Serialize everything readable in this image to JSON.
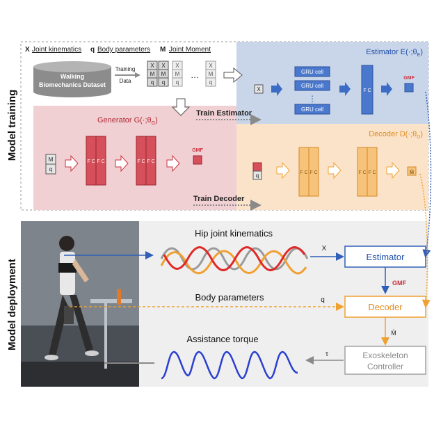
{
  "training": {
    "section_label": "Model training",
    "legend": [
      {
        "symbol": "X",
        "text": "Joint kinematics"
      },
      {
        "symbol": "q",
        "text": "Body  parameters"
      },
      {
        "symbol": "M",
        "text": "Joint Moment"
      }
    ],
    "dataset_line1": "Walking",
    "dataset_line2": "Biomechanics Dataset",
    "training_data_line1": "Training",
    "training_data_line2": "Data",
    "ellipsis": "…",
    "generator_label": "Generator G(·;θ",
    "generator_subscript": "G",
    "estimator_label": "Estimator E(·;θ",
    "estimator_subscript": "E",
    "decoder_label": "Decoder D(·;θ",
    "decoder_subscript": "D",
    "train_estimator": "Train Estimator",
    "train_decoder": "Train Decoder",
    "gru_cell": "GRU cell",
    "fc": "F C",
    "gmf": "GMF",
    "stack_x": "X",
    "stack_m": "M",
    "stack_q": "q",
    "m_hat": "M̂",
    "vdots": "⋮"
  },
  "deployment": {
    "section_label": "Model deployment",
    "hip_kinematics": "Hip joint kinematics",
    "body_parameters": "Body parameters",
    "assistance_torque": "Assistance torque",
    "x_label": "X",
    "q_label": "q",
    "gmf_label": "GMF",
    "m_hat_label": "M̂",
    "tau_label": "τ",
    "estimator": "Estimator",
    "decoder": "Decoder",
    "exo_line1": "Exoskeleton",
    "exo_line2": "Controller"
  },
  "colors": {
    "estimator_blue": "#2f5fb8",
    "decoder_orange": "#f0a030",
    "generator_red": "#c8323c"
  }
}
